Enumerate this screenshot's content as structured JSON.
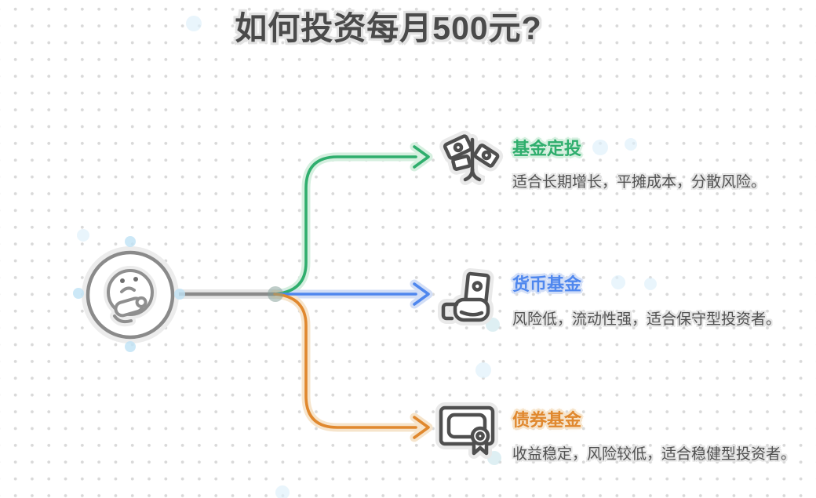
{
  "title": "如何投资每月500元?",
  "center_node": {
    "icon": "thinking-face-icon"
  },
  "branches": [
    {
      "label": "基金定投",
      "description": "适合长期增长，平摊成本，分散风险。",
      "icon": "money-tree-icon",
      "color": "#2fae6d"
    },
    {
      "label": "货币基金",
      "description": "风险低，流动性强，适合保守型投资者。",
      "icon": "hand-money-icon",
      "color": "#4f87ee"
    },
    {
      "label": "债券基金",
      "description": "收益稳定，风险较低，适合稳健型投资者。",
      "icon": "bond-certificate-icon",
      "color": "#e0882e"
    }
  ],
  "colors": {
    "green": "#2fae6d",
    "green_halo": "#d5efdf",
    "blue": "#4f87ee",
    "blue_halo": "#d2def6",
    "orange": "#e0882e",
    "orange_halo": "#f6e4cb",
    "line_gray": "#8a8a8a",
    "halo_gray": "#e6e6e6",
    "icon_stroke": "#4f4f4f",
    "title_text": "#4a4a4a",
    "desc_text": "#515151",
    "dot_grid": "#d9d9d9",
    "handle_blue": "#bfe2f5"
  }
}
